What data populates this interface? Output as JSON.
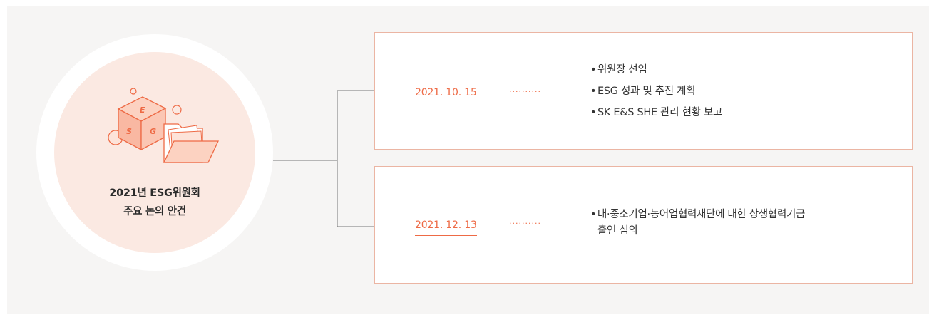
{
  "center": {
    "title_line1": "2021년 ESG위원회",
    "title_line2": "주요 논의 안건",
    "illustration": {
      "cube_letters": [
        "E",
        "S",
        "G"
      ],
      "icons": [
        "cube-icon",
        "folder-icon"
      ]
    }
  },
  "meetings": [
    {
      "date": "2021. 10. 15",
      "dots": "··········",
      "items": [
        "위원장 선임",
        "ESG 성과 및 추진 계획",
        "SK E&S SHE 관리 현황 보고"
      ]
    },
    {
      "date": "2021. 12. 13",
      "dots": "··········",
      "items": [
        "대·중소기업·농어업협력재단에 대한 상생협력기금",
        "출연 심의"
      ]
    }
  ],
  "colors": {
    "accent": "#ee6a45",
    "box_border": "#ebb5a3",
    "circle_fill": "#fbe9e2",
    "panel_bg": "#f6f5f4",
    "text": "#333333"
  }
}
